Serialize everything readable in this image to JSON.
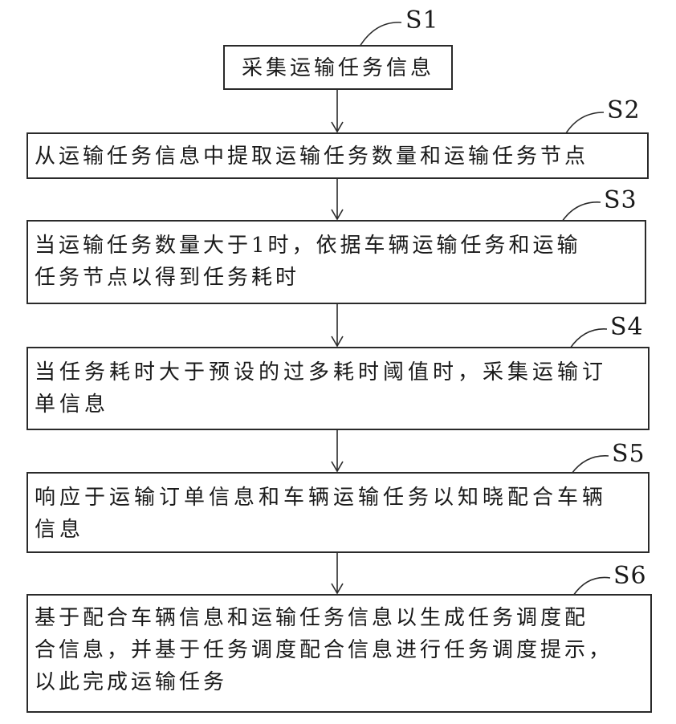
{
  "steps": [
    {
      "id": "S1",
      "text": "采集运输任务信息"
    },
    {
      "id": "S2",
      "text": "从运输任务信息中提取运输任务数量和运输任务节点"
    },
    {
      "id": "S3",
      "text": "当运输任务数量大于1时，依据车辆运输任务和运输\n任务节点以得到任务耗时"
    },
    {
      "id": "S4",
      "text": "当任务耗时大于预设的过多耗时阈值时，采集运输订\n单信息"
    },
    {
      "id": "S5",
      "text": "响应于运输订单信息和车辆运输任务以知晓配合车辆\n信息"
    },
    {
      "id": "S6",
      "text": "基于配合车辆信息和运输任务信息以生成任务调度配\n合信息，并基于任务调度配合信息进行任务调度提示，\n以此完成运输任务"
    }
  ]
}
